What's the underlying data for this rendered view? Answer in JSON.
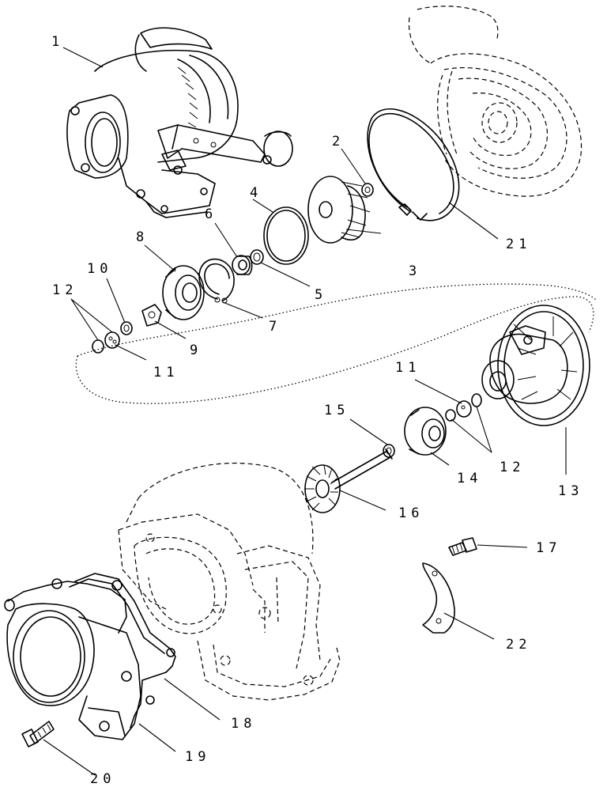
{
  "callouts": {
    "c1": "1",
    "c2": "2",
    "c3": "3",
    "c4": "4",
    "c5": "5",
    "c6": "6",
    "c7": "7",
    "c8": "8",
    "c9": "9",
    "c10": "10",
    "c11a": "11",
    "c11b": "11",
    "c12a": "12",
    "c12b": "12",
    "c13": "13",
    "c14": "14",
    "c15": "15",
    "c16": "16",
    "c17": "17",
    "c18": "18",
    "c19": "19",
    "c20": "20",
    "c21": "21",
    "c22": "22"
  }
}
